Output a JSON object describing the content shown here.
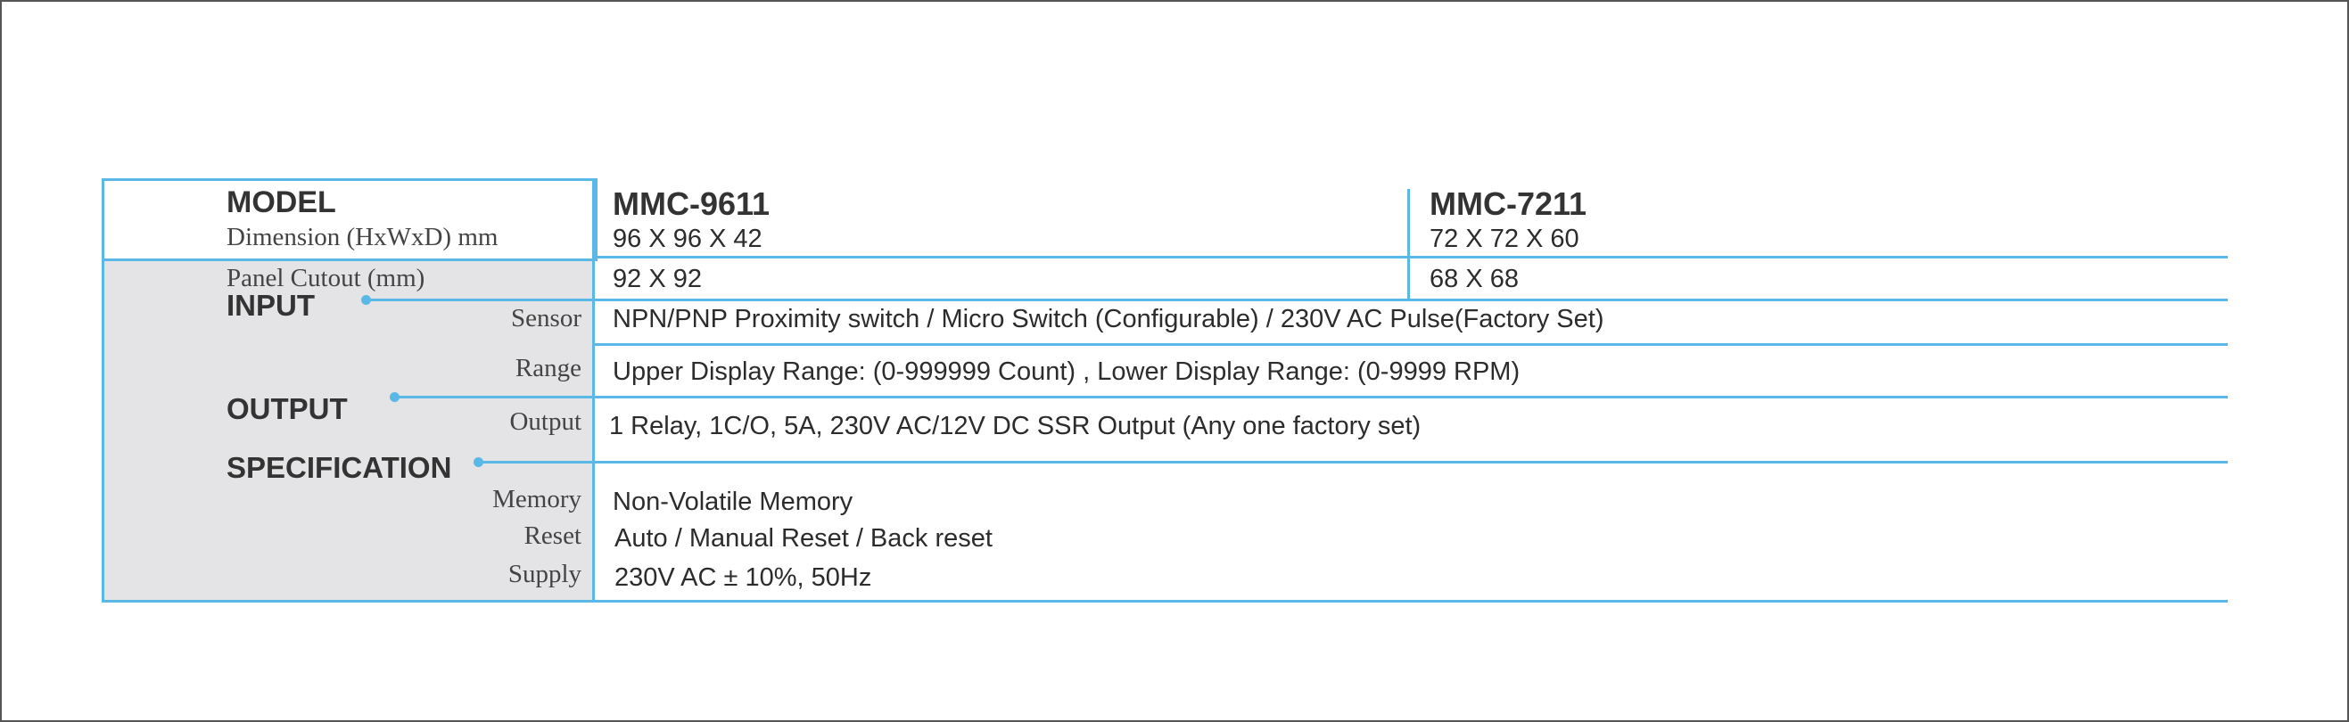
{
  "labels": {
    "model": "MODEL",
    "dimension": "Dimension (HxWxD) mm",
    "panel_cutout": "Panel Cutout (mm)",
    "input": "INPUT",
    "sensor": "Sensor",
    "range": "Range",
    "output_section": "OUTPUT",
    "output": "Output",
    "specification": "SPECIFICATION",
    "memory": "Memory",
    "reset": "Reset",
    "supply": "Supply"
  },
  "models": [
    {
      "name": "MMC-9611",
      "dimension": "96 X 96 X 42",
      "panel_cutout": "92 X 92"
    },
    {
      "name": "MMC-7211",
      "dimension": "72 X 72 X 60",
      "panel_cutout": "68 X 68"
    }
  ],
  "values": {
    "sensor": "NPN/PNP Proximity switch / Micro Switch (Configurable) / 230V AC Pulse(Factory Set)",
    "range": "Upper Display Range: (0-999999 Count) , Lower Display Range: (0-9999 RPM)",
    "output": "1 Relay, 1C/O, 5A, 230V AC/12V DC SSR Output (Any one factory set)",
    "memory": "Non-Volatile Memory",
    "reset": "Auto / Manual Reset / Back reset",
    "supply": "230V AC ± 10%, 50Hz"
  },
  "colors": {
    "accent_line": "#5ab8e6",
    "label_background": "#e4e4e6",
    "text": "#333333",
    "frame": "#555555"
  }
}
